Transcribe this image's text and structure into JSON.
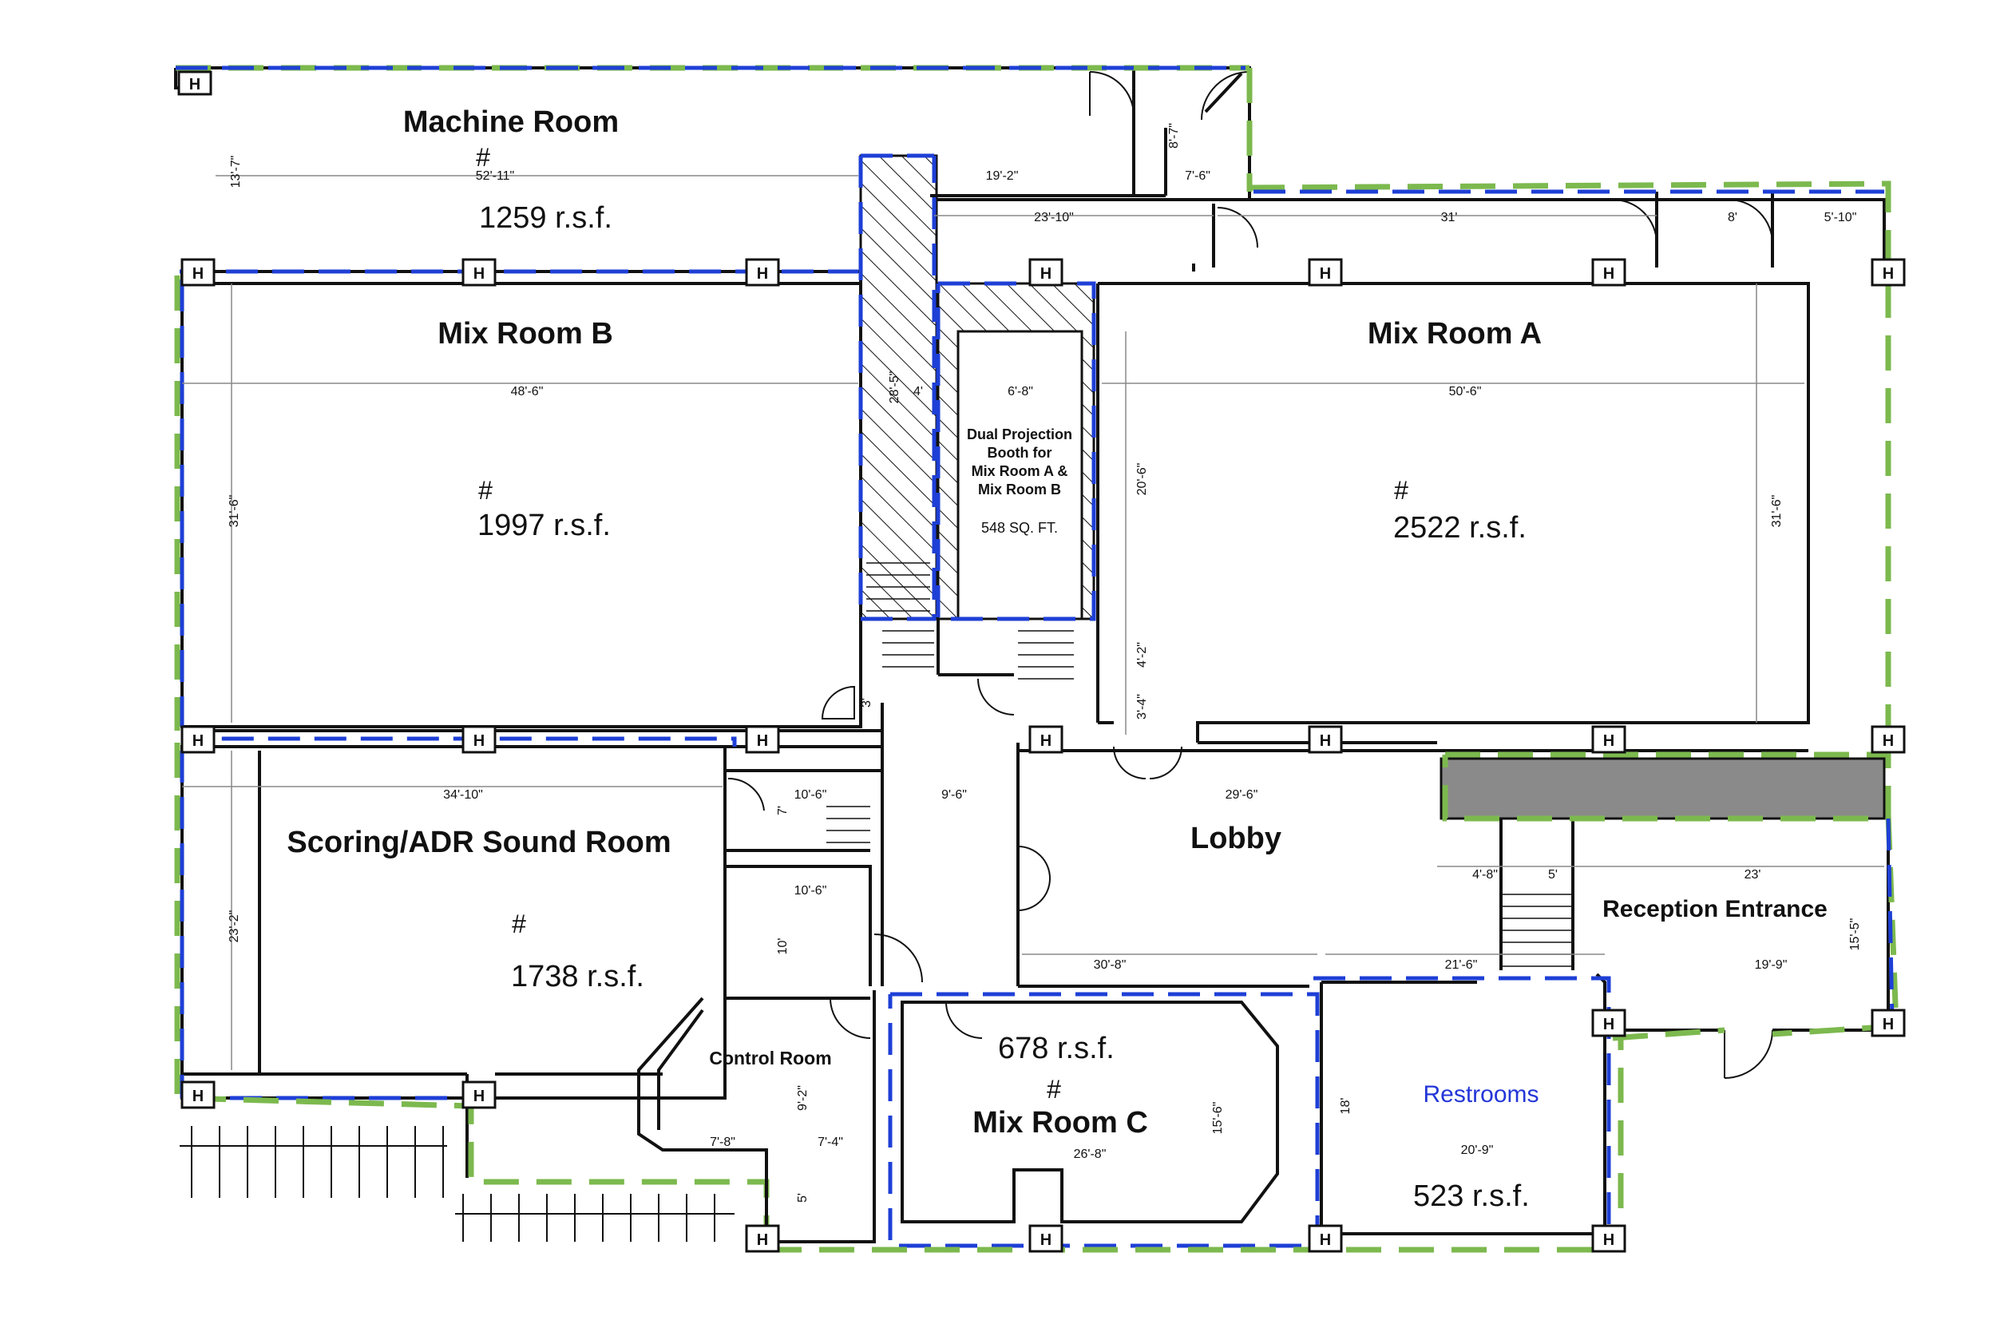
{
  "rooms": {
    "machine_room": {
      "title": "Machine Room",
      "mark": "#",
      "area": "1259  r.s.f."
    },
    "mix_room_b": {
      "title": "Mix Room B",
      "mark": "#",
      "area": "1997 r.s.f."
    },
    "mix_room_a": {
      "title": "Mix Room A",
      "mark": "#",
      "area": "2522 r.s.f."
    },
    "booth": {
      "line1": "Dual Projection",
      "line2": "Booth for",
      "line3": "Mix Room A &",
      "line4": "Mix Room B",
      "area": "548 SQ. FT."
    },
    "scoring": {
      "title": "Scoring/ADR Sound Room",
      "mark": "#",
      "area": "1738  r.s.f."
    },
    "lobby": {
      "title": "Lobby"
    },
    "control_room": {
      "title": "Control Room"
    },
    "mix_room_c": {
      "title": "Mix Room C",
      "mark": "#",
      "area": "678 r.s.f."
    },
    "restrooms": {
      "title": "Restrooms",
      "area": "523  r.s.f."
    },
    "reception": {
      "title": "Reception Entrance"
    }
  },
  "dimensions": {
    "machine_len": "52'-11\"",
    "machine_h": "13'-7\"",
    "d19_2": "19'-2\"",
    "d7_6": "7'-6\"",
    "d8_7": "8'-7\"",
    "d23_10": "23'-10\"",
    "d31": "31'",
    "d8": "8'",
    "d5_10": "5'-10\"",
    "mixb_w": "48'-6\"",
    "mixb_h": "31'-6\"",
    "mixa_w": "50'-6\"",
    "mixa_h": "31'-6\"",
    "booth_w": "6'-8\"",
    "stair_w": "4'",
    "stair_h": "28'-5\"",
    "d20_6": "20'-6\"",
    "d4_2": "4'-2\"",
    "d3_4": "3'-4\"",
    "d3": "3'",
    "scoring_w": "34'-10\"",
    "scoring_h": "23'-2\"",
    "d10_6a": "10'-6\"",
    "d7": "7'",
    "d9_6": "9'-6\"",
    "d29_6": "29'-6\"",
    "d10_6b": "10'-6\"",
    "d10": "10'",
    "d4_8": "4'-8\"",
    "d5": "5'",
    "d23": "23'",
    "d15_5": "15'-5\"",
    "d30_8": "30'-8\"",
    "d21_6": "21'-6\"",
    "d19_9": "19'-9\"",
    "d9_2": "9'-2\"",
    "d7_8": "7'-8\"",
    "d7_4": "7'-4\"",
    "d5b": "5'",
    "mixc_w": "26'-8\"",
    "mixc_h": "15'-6\"",
    "d18": "18'",
    "rest_w": "20'-9\""
  },
  "column_label": "H",
  "colors": {
    "wall": "#111111",
    "blue_boundary": "#1e3fd6",
    "green_boundary": "#7cb94e",
    "restroom_text": "#2336d8",
    "gray_fill": "#8a8a8a"
  }
}
